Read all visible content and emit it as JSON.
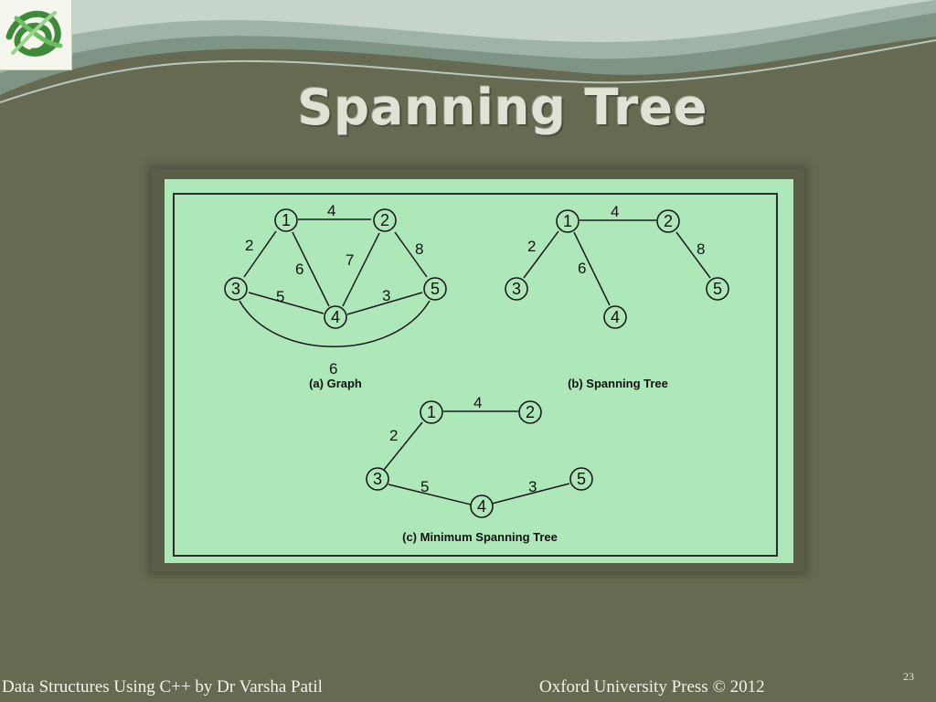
{
  "slide": {
    "title": "Spanning Tree",
    "footer_left": "Data Structures Using C++ by Dr Varsha Patil",
    "footer_right": "Oxford University Press  © 2012",
    "page_number": "23",
    "colors": {
      "background": "#666a50",
      "figure_fill": "#aee7b8",
      "title_text": "#dfe3d5",
      "footer_text": "#f2f2ea"
    },
    "logo": "green-knot-logo"
  },
  "diagrams": [
    {
      "caption": "(a) Graph",
      "nodes": [
        "1",
        "2",
        "3",
        "4",
        "5"
      ],
      "edges": [
        {
          "from": "1",
          "to": "2",
          "weight": "4"
        },
        {
          "from": "1",
          "to": "3",
          "weight": "2"
        },
        {
          "from": "1",
          "to": "4",
          "weight": "6"
        },
        {
          "from": "2",
          "to": "4",
          "weight": "7"
        },
        {
          "from": "2",
          "to": "5",
          "weight": "8"
        },
        {
          "from": "3",
          "to": "4",
          "weight": "5"
        },
        {
          "from": "4",
          "to": "5",
          "weight": "3"
        },
        {
          "from": "3",
          "to": "5",
          "weight": "6"
        }
      ]
    },
    {
      "caption": "(b) Spanning Tree",
      "nodes": [
        "1",
        "2",
        "3",
        "4",
        "5"
      ],
      "edges": [
        {
          "from": "1",
          "to": "2",
          "weight": "4"
        },
        {
          "from": "1",
          "to": "3",
          "weight": "2"
        },
        {
          "from": "1",
          "to": "4",
          "weight": "6"
        },
        {
          "from": "2",
          "to": "5",
          "weight": "8"
        }
      ]
    },
    {
      "caption": "(c) Minimum Spanning Tree",
      "nodes": [
        "1",
        "2",
        "3",
        "4",
        "5"
      ],
      "edges": [
        {
          "from": "1",
          "to": "2",
          "weight": "4"
        },
        {
          "from": "1",
          "to": "3",
          "weight": "2"
        },
        {
          "from": "3",
          "to": "4",
          "weight": "5"
        },
        {
          "from": "4",
          "to": "5",
          "weight": "3"
        }
      ]
    }
  ]
}
